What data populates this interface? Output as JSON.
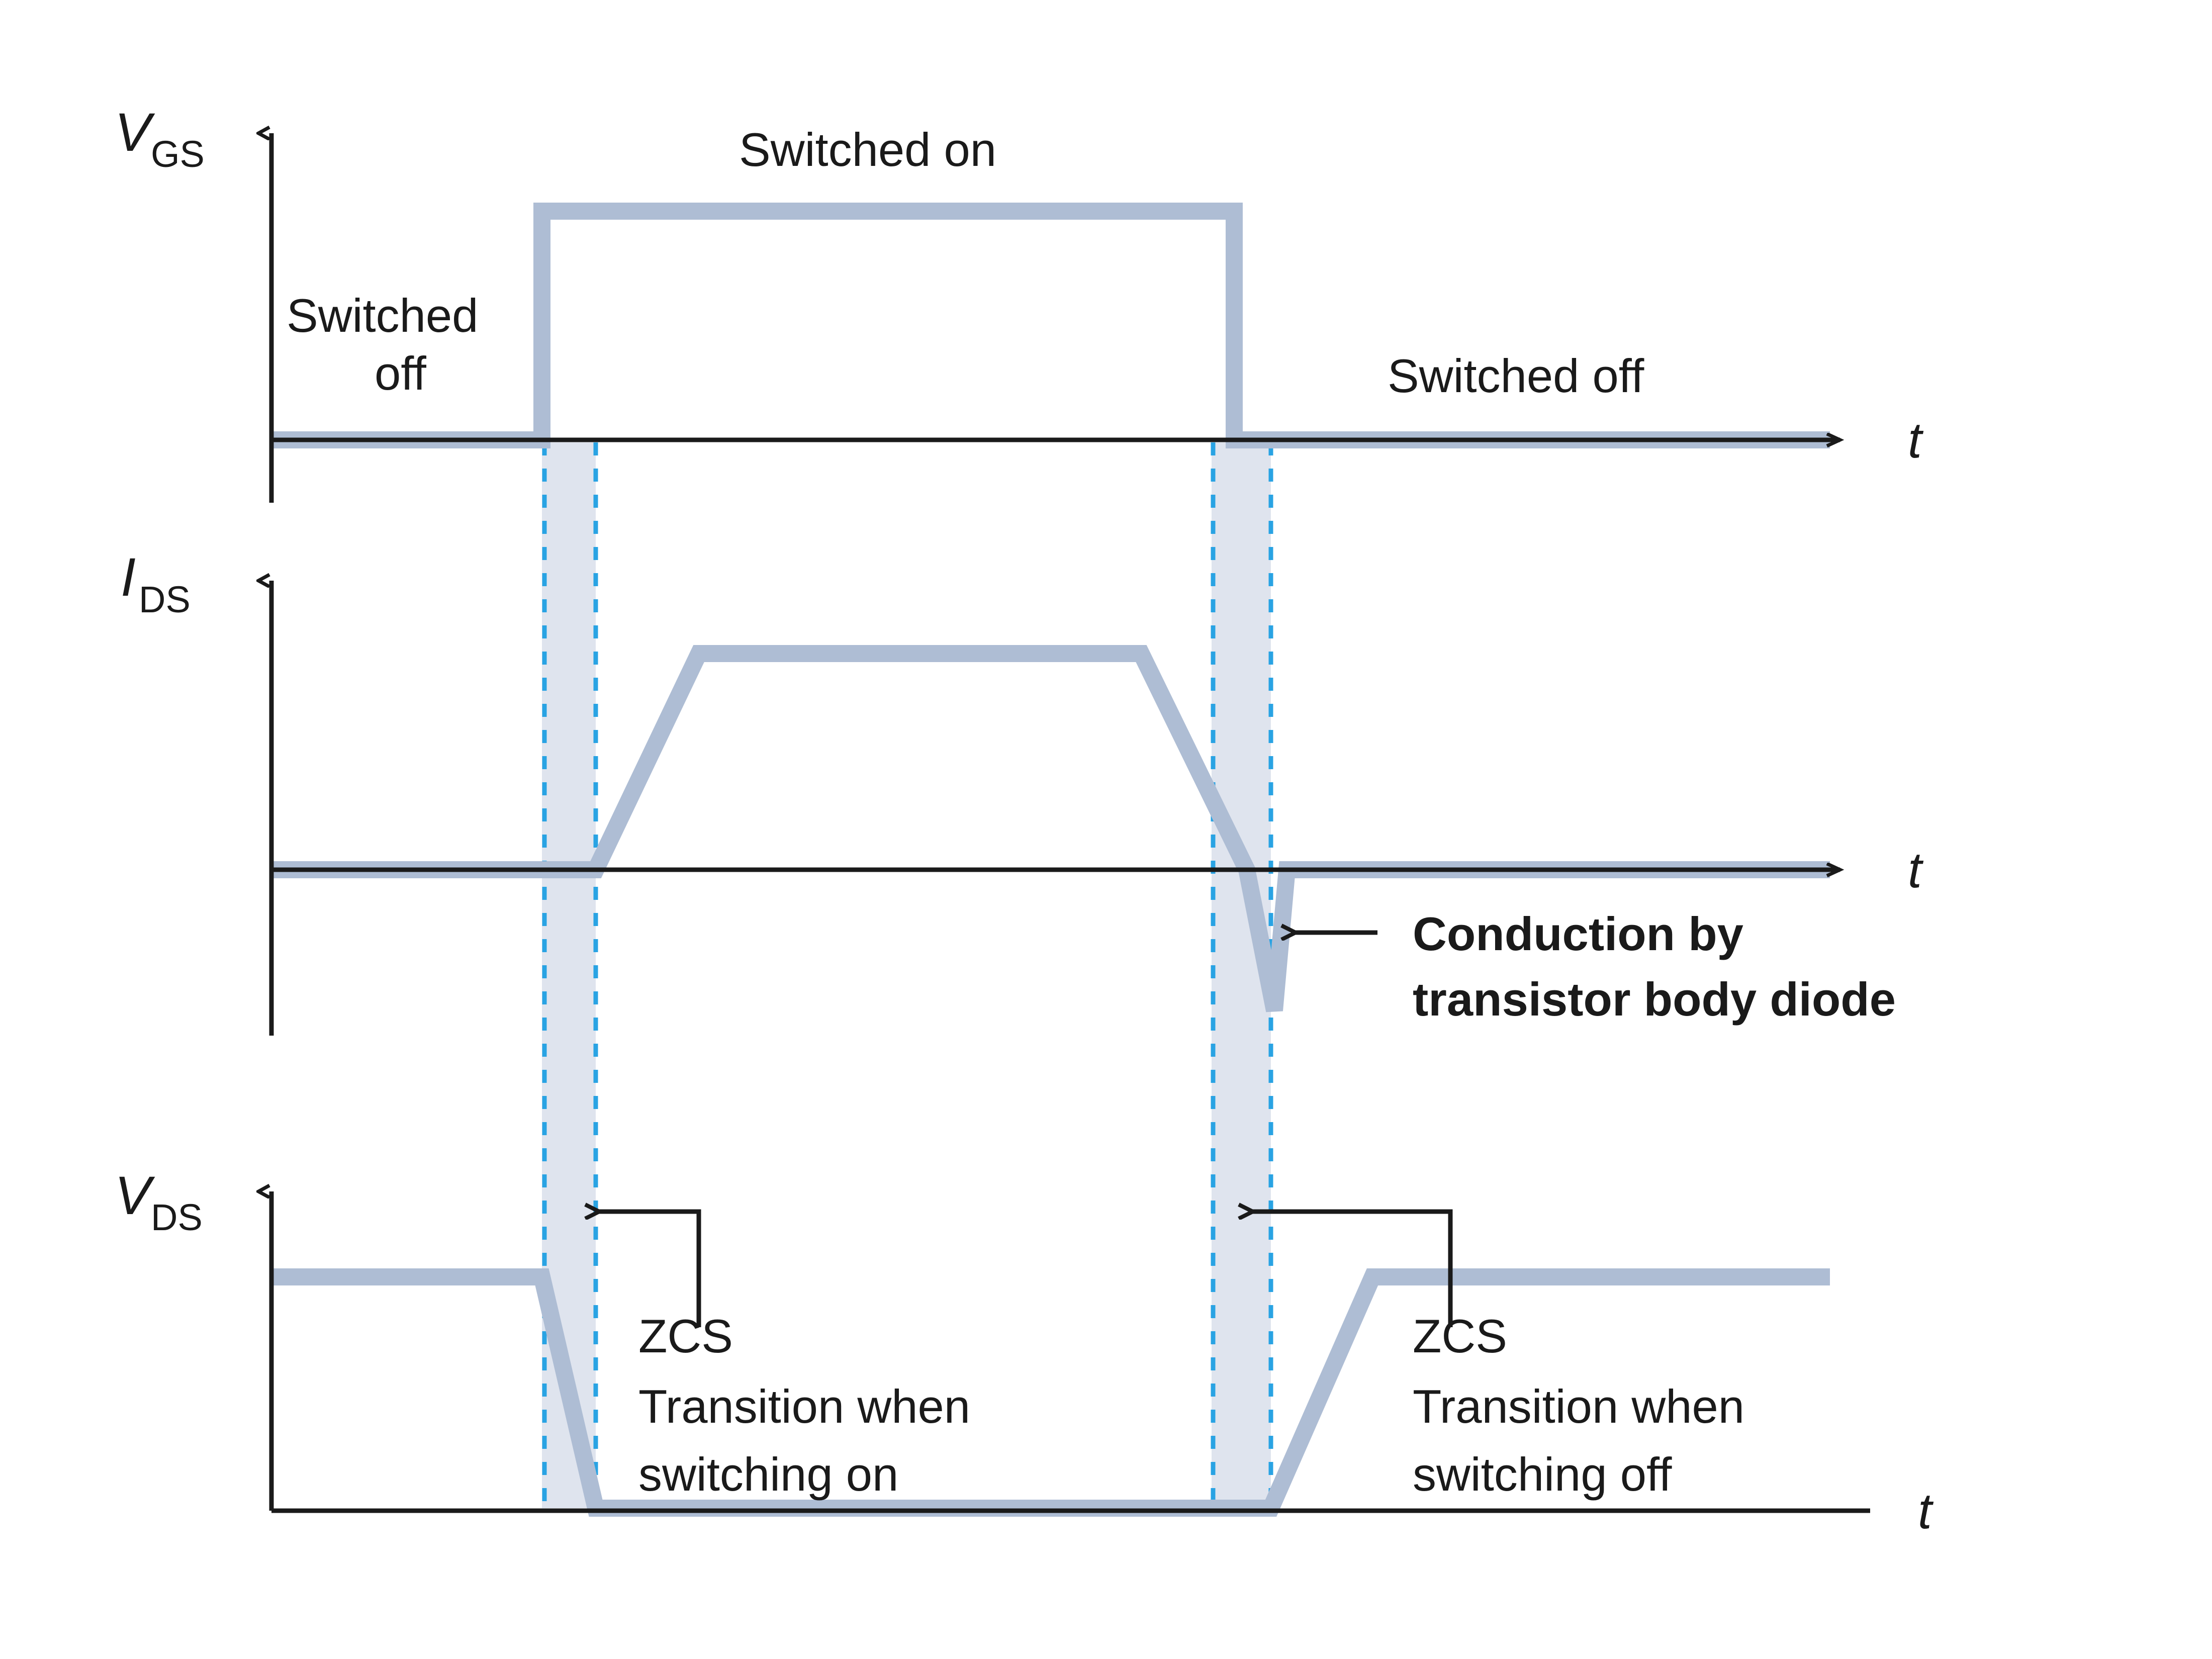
{
  "figure": {
    "type": "waveform-timing-diagram",
    "description": "Zero-current switching (ZCS) transistor waveforms: gate-source voltage, drain-source current, drain-source drain voltage"
  },
  "colors": {
    "waveform": "#aebdd4",
    "axis": "#1a1a1a",
    "dashed_marker": "#29a3e3",
    "shaded_band": "#dfe4ee",
    "text": "#1a1a1a",
    "background": "#ffffff"
  },
  "panels": [
    {
      "id": "vgs",
      "y_axis_label": "V",
      "y_axis_subscript": "GS",
      "x_axis_label": "t",
      "x_axis_has_arrow": true,
      "annotations": [
        {
          "id": "switched-off-left",
          "text_line1": "Switched",
          "text_line2": "off"
        },
        {
          "id": "switched-on",
          "text_line1": "Switched on",
          "text_line2": ""
        },
        {
          "id": "switched-off-right",
          "text_line1": "Switched off",
          "text_line2": ""
        }
      ]
    },
    {
      "id": "ids",
      "y_axis_label": "I",
      "y_axis_subscript": "DS",
      "x_axis_label": "t",
      "x_axis_has_arrow": true,
      "annotations": [
        {
          "id": "body-diode",
          "text_line1": "Conduction by",
          "text_line2": "transistor body diode",
          "bold": true
        }
      ]
    },
    {
      "id": "vds",
      "y_axis_label": "V",
      "y_axis_subscript": "DS",
      "x_axis_label": "t",
      "x_axis_has_arrow": false,
      "annotations": [
        {
          "id": "zcs-on",
          "text_line1": "ZCS",
          "text_line2": "Transition when",
          "text_line3": "switching on"
        },
        {
          "id": "zcs-off",
          "text_line1": "ZCS",
          "text_line2": "Transition when",
          "text_line3": "switching off"
        }
      ]
    }
  ],
  "chart_data": {
    "type": "line",
    "title": "",
    "xlabel": "t",
    "ylabel": "",
    "grid": false,
    "legend": "none",
    "markers": {
      "dashed_vertical_lines_x": [
        1078,
        1185,
        2410,
        2528
      ],
      "shaded_bands": [
        {
          "x_start": 1078,
          "x_end": 1185,
          "label": "ZCS turn-on transition"
        },
        {
          "x_start": 2410,
          "x_end": 2528,
          "label": "ZCS turn-off transition"
        }
      ]
    },
    "series": [
      {
        "name": "V_GS",
        "panel": "vgs",
        "points": [
          {
            "t": 0,
            "v": 0
          },
          {
            "t": 1078,
            "v": 0
          },
          {
            "t": 1078,
            "v": 1
          },
          {
            "t": 2410,
            "v": 1
          },
          {
            "t": 2410,
            "v": 0
          },
          {
            "t": 3640,
            "v": 0
          }
        ]
      },
      {
        "name": "I_DS",
        "panel": "ids",
        "points": [
          {
            "t": 0,
            "v": 0
          },
          {
            "t": 1185,
            "v": 0
          },
          {
            "t": 1390,
            "v": 1
          },
          {
            "t": 2270,
            "v": 1
          },
          {
            "t": 2480,
            "v": 0
          },
          {
            "t": 2528,
            "v": -0.26
          },
          {
            "t": 2560,
            "v": 0
          },
          {
            "t": 3640,
            "v": 0
          }
        ]
      },
      {
        "name": "V_DS",
        "panel": "vds",
        "points": [
          {
            "t": 0,
            "v": 1
          },
          {
            "t": 1078,
            "v": 1
          },
          {
            "t": 1185,
            "v": 0
          },
          {
            "t": 2528,
            "v": 0
          },
          {
            "t": 2730,
            "v": 1
          },
          {
            "t": 3640,
            "v": 1
          }
        ]
      }
    ]
  },
  "labels": {
    "vgs_var": "V",
    "vgs_sub": "GS",
    "ids_var": "I",
    "ids_sub": "DS",
    "vds_var": "V",
    "vds_sub": "DS",
    "t1": "t",
    "t2": "t",
    "t3": "t",
    "switched_off_l1": "Switched",
    "switched_off_l2": "off",
    "switched_on": "Switched on",
    "switched_off_right": "Switched off",
    "body_diode_l1": "Conduction by",
    "body_diode_l2": "transistor body diode",
    "zcs_on_l1": "ZCS",
    "zcs_on_l2": "Transition when",
    "zcs_on_l3": "switching on",
    "zcs_off_l1": "ZCS",
    "zcs_off_l2": "Transition when",
    "zcs_off_l3": "switching off"
  }
}
